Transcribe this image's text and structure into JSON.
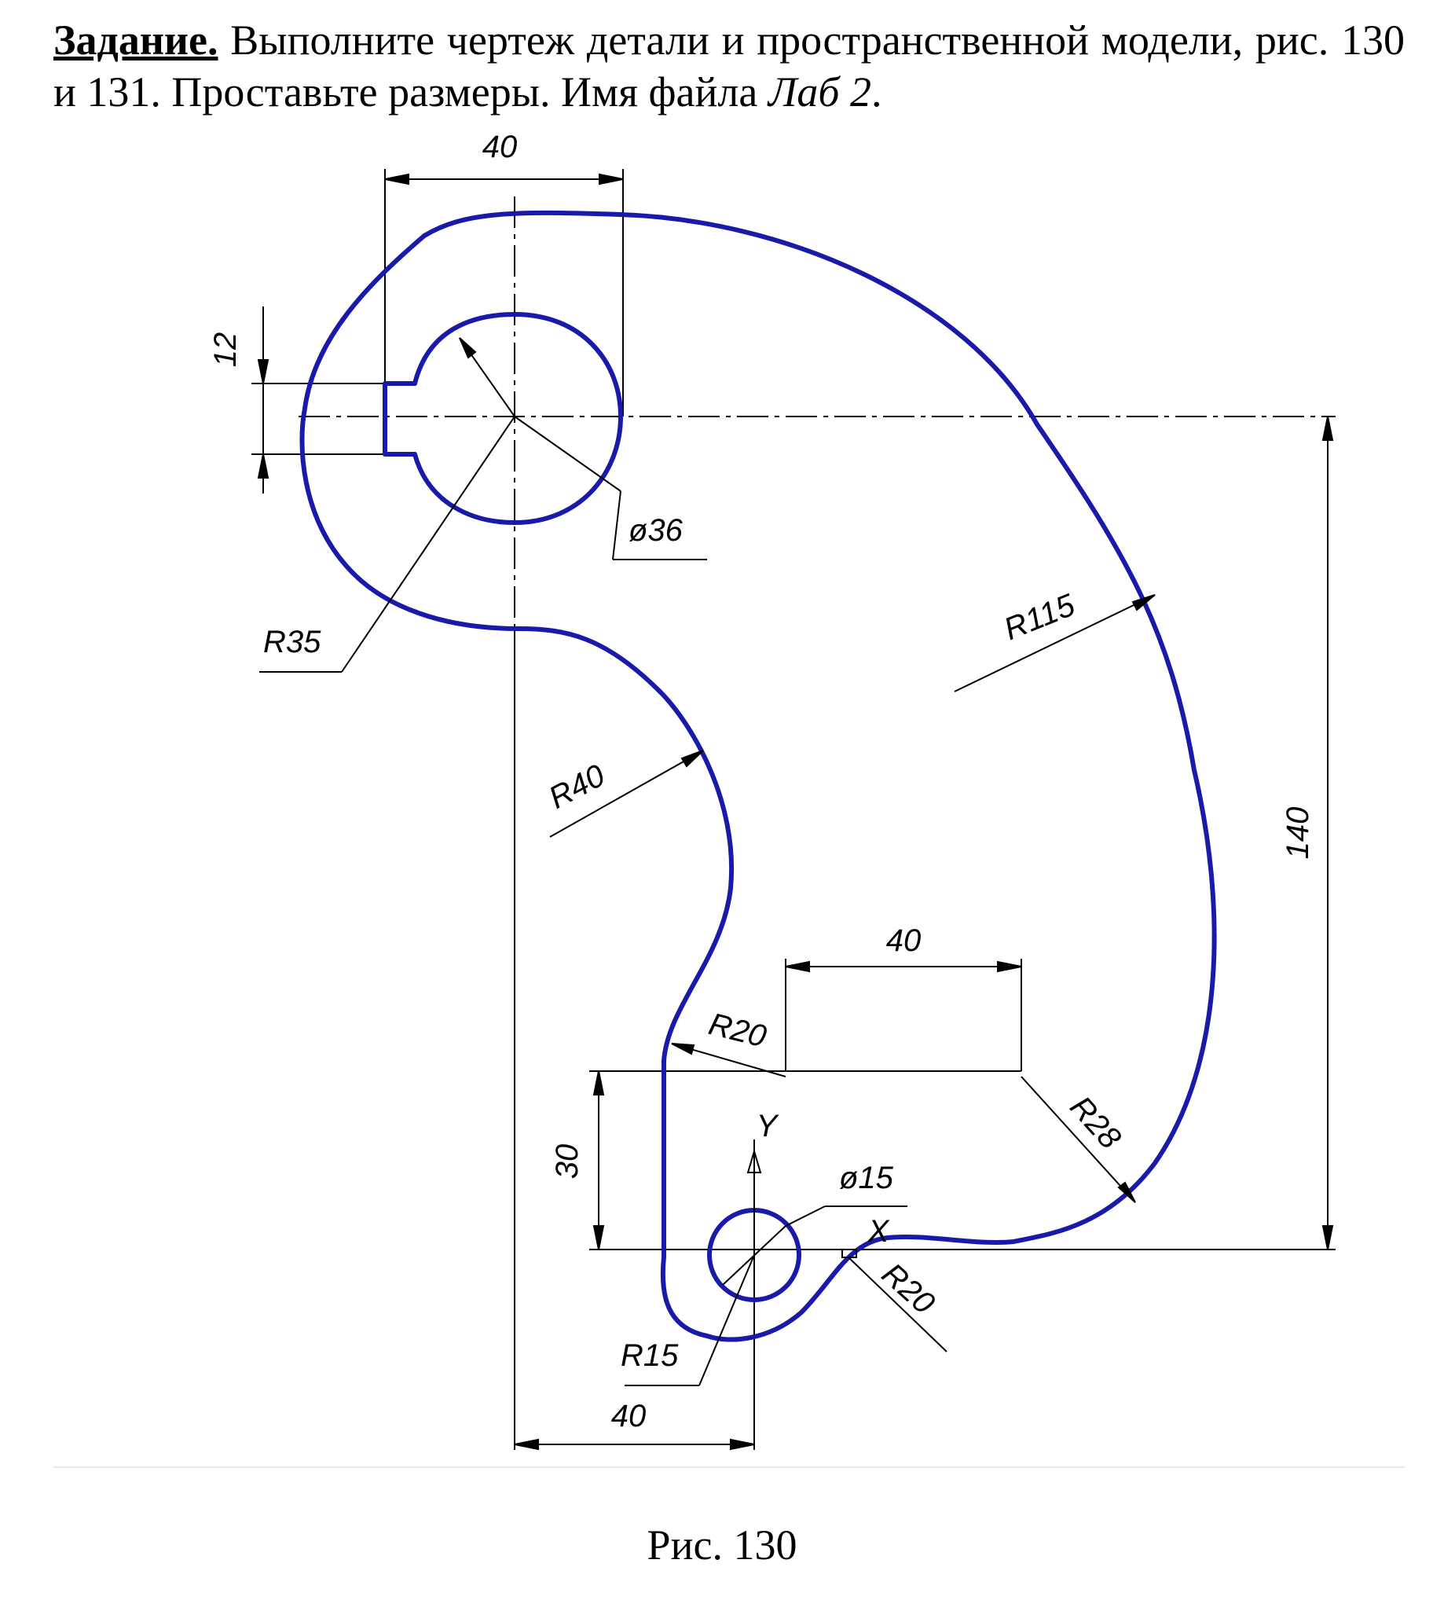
{
  "task": {
    "label": "Задание.",
    "text": "Выполните чертеж детали и пространственной модели, рис. 130 и 131. Проставьте размеры.  Имя файла ",
    "filename": "Лаб 2",
    "end": "."
  },
  "dimensions": {
    "top_width": "40",
    "slot_width": "12",
    "hole_diameter": "ø36",
    "radius_outer_left": "R35",
    "radius_big": "R115",
    "radius_inner": "R40",
    "height_total": "140",
    "step_width": "40",
    "radius_step": "R20",
    "radius_corner": "R28",
    "height_step": "30",
    "small_hole": "ø15",
    "radius_bottom": "R15",
    "radius_bottom_right": "R20",
    "bottom_offset": "40"
  },
  "axes": {
    "y": "Y",
    "x": "X"
  },
  "caption": "Рис. 130",
  "colors": {
    "contour": "#1a1aaa",
    "lines": "#000000"
  }
}
